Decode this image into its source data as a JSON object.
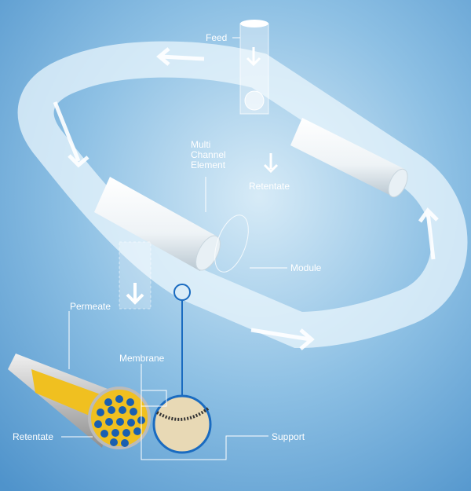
{
  "labels": {
    "feed": "Feed",
    "multi_channel_element": [
      "Multi",
      "Channel",
      "Element"
    ],
    "retentate_top": "Retentate",
    "module": "Module",
    "permeate": "Permeate",
    "membrane": "Membrane",
    "retentate_bottom": "Retentate",
    "support": "Support"
  },
  "colors": {
    "background": "#7fb4dc",
    "loop": "#e6f3fb",
    "inset_yellow": "#f0c020",
    "inset_blue": "#1a5fb0",
    "leader": "#ffffff"
  }
}
